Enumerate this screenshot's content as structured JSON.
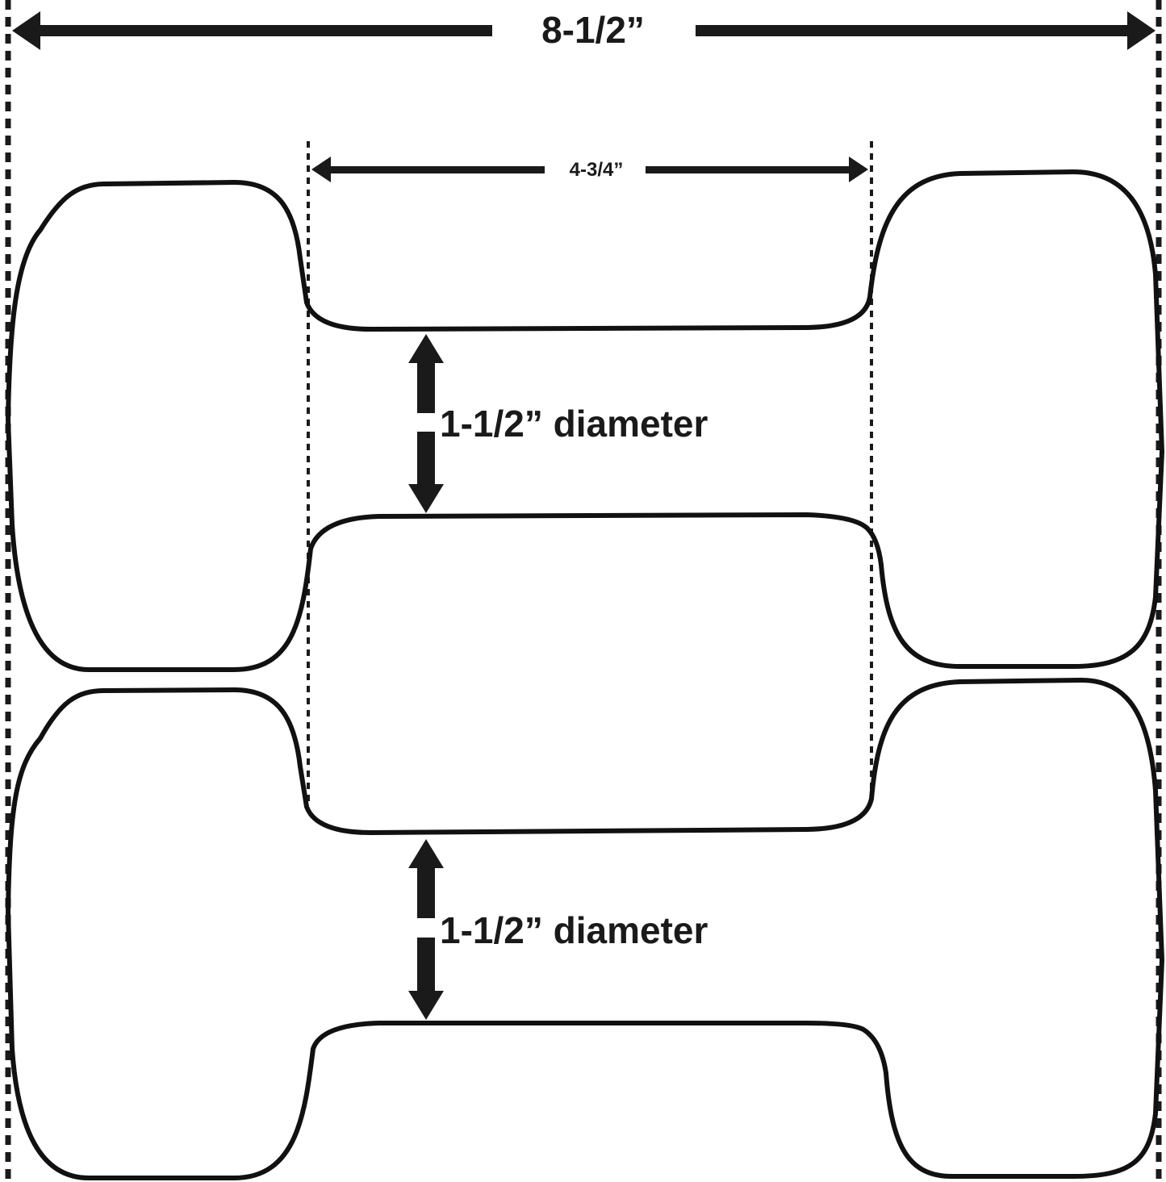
{
  "dimensions": {
    "overall_length": "8-1/2”",
    "handle_length": "4-3/4”",
    "handle_diameter_top": "1-1/2” diameter",
    "handle_diameter_bottom": "1-1/2” diameter"
  },
  "colors": {
    "outline": "#111111",
    "arrow": "#1a1a1a",
    "background": "#ffffff"
  }
}
